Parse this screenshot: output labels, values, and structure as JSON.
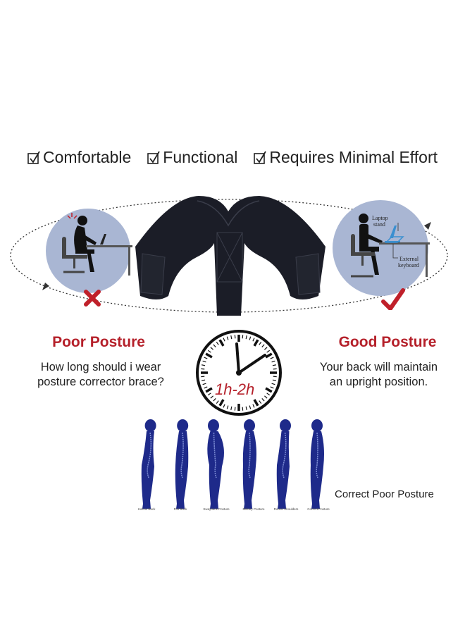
{
  "features": [
    {
      "icon": "checkbox-icon",
      "label": "Comfortable"
    },
    {
      "icon": "checkbox-icon",
      "label": "Functional"
    },
    {
      "icon": "checkbox-icon",
      "label": "Requires Minimal Effort"
    }
  ],
  "poor": {
    "title": "Poor Posture",
    "desc_line1": "How long should i wear",
    "desc_line2": "posture corrector brace?",
    "mark_icon": "red-x-icon"
  },
  "good": {
    "title": "Good Posture",
    "desc_line1": "Your back will maintain",
    "desc_line2": "an upright position.",
    "label_laptop": "Laptop",
    "label_stand": "stand",
    "label_external": "External",
    "label_keyboard": "keyboard",
    "mark_icon": "red-check-icon"
  },
  "clock": {
    "label": "1h-2h"
  },
  "figures": {
    "side_caption": "Correct Poor Posture",
    "captions": [
      "Hollow Back",
      "Flat Back",
      "Swayback Posture",
      "Military Posture",
      "Round Shoulders",
      "Correct Posture"
    ]
  },
  "colors": {
    "accent_red": "#b5202a",
    "figure_blue": "#1e2a8a",
    "scene_bg": "#a9b6d3",
    "brace": "#1b1d27"
  }
}
